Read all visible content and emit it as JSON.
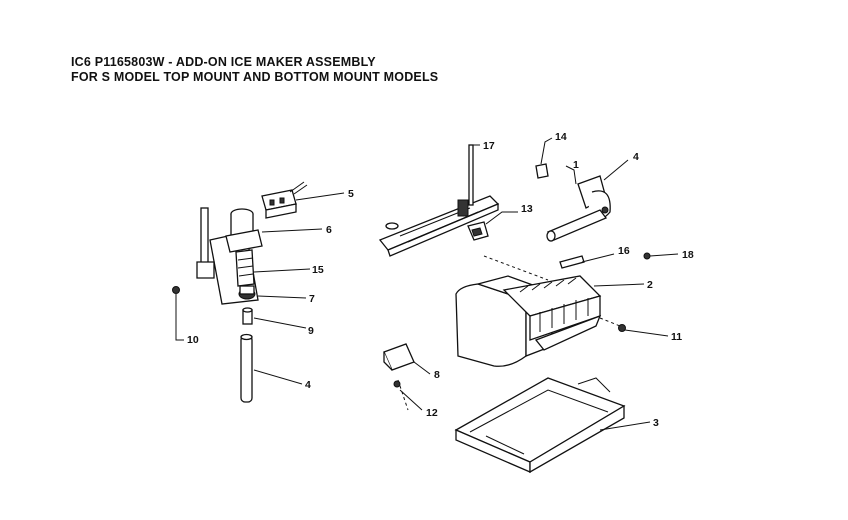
{
  "header": {
    "title_line1": "IC6 P1165803W - ADD-ON ICE MAKER ASSEMBLY",
    "title_line2": "FOR S MODEL TOP MOUNT AND BOTTOM MOUNT MODELS"
  },
  "callouts": {
    "c1": "1",
    "c2": "2",
    "c3": "3",
    "c4a": "4",
    "c4b": "4",
    "c5": "5",
    "c6": "6",
    "c7": "7",
    "c8": "8",
    "c9": "9",
    "c10": "10",
    "c11": "11",
    "c12": "12",
    "c13": "13",
    "c14": "14",
    "c15": "15",
    "c16": "16",
    "c17": "17",
    "c18": "18"
  }
}
